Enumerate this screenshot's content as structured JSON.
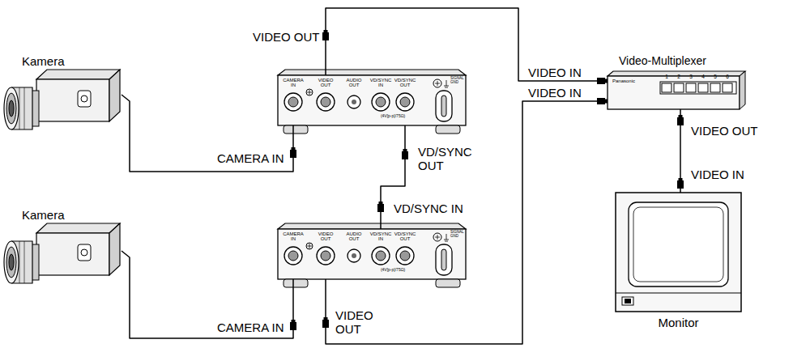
{
  "diagram": {
    "nodes": [
      {
        "text": [
          "Kamera"
        ]
      },
      {
        "text": [
          "CAMERA IN",
          "VIDEO OUT",
          "AUDIO OUT",
          "VD/SYNC IN",
          "VD/SYNC OUT",
          "SIGNAL GND",
          "(4V[p-p]/75Ω)"
        ]
      },
      {
        "text": [
          "Video-Multiplexer",
          "Panasonic",
          "1",
          "2",
          "3",
          "4",
          "5",
          "6"
        ]
      },
      {
        "text": [
          "Kamera"
        ]
      },
      {
        "text": [
          "CAMERA IN",
          "VIDEO OUT",
          "AUDIO OUT",
          "VD/SYNC IN",
          "VD/SYNC OUT",
          "SIGNAL GND",
          "(4V[p-p]/75Ω)"
        ]
      },
      {
        "text": [
          "Monitor"
        ]
      }
    ],
    "edges": [
      {
        "from": 0,
        "to": 1,
        "arrow": "none"
      },
      {
        "from": 1,
        "to": 2,
        "arrow": "none"
      },
      {
        "from": 1,
        "to": 4,
        "arrow": "none"
      },
      {
        "from": 3,
        "to": 4,
        "arrow": "none"
      },
      {
        "from": 4,
        "to": 2,
        "arrow": "none"
      },
      {
        "from": 2,
        "to": 5,
        "arrow": "none"
      }
    ],
    "labels": [
      "VIDEO OUT",
      "CAMERA IN",
      "VD/SYNC OUT",
      "VD/SYNC IN",
      "CAMERA IN",
      "VIDEO OUT",
      "VIDEO IN",
      "VIDEO IN",
      "VIDEO OUT",
      "VIDEO IN"
    ]
  }
}
